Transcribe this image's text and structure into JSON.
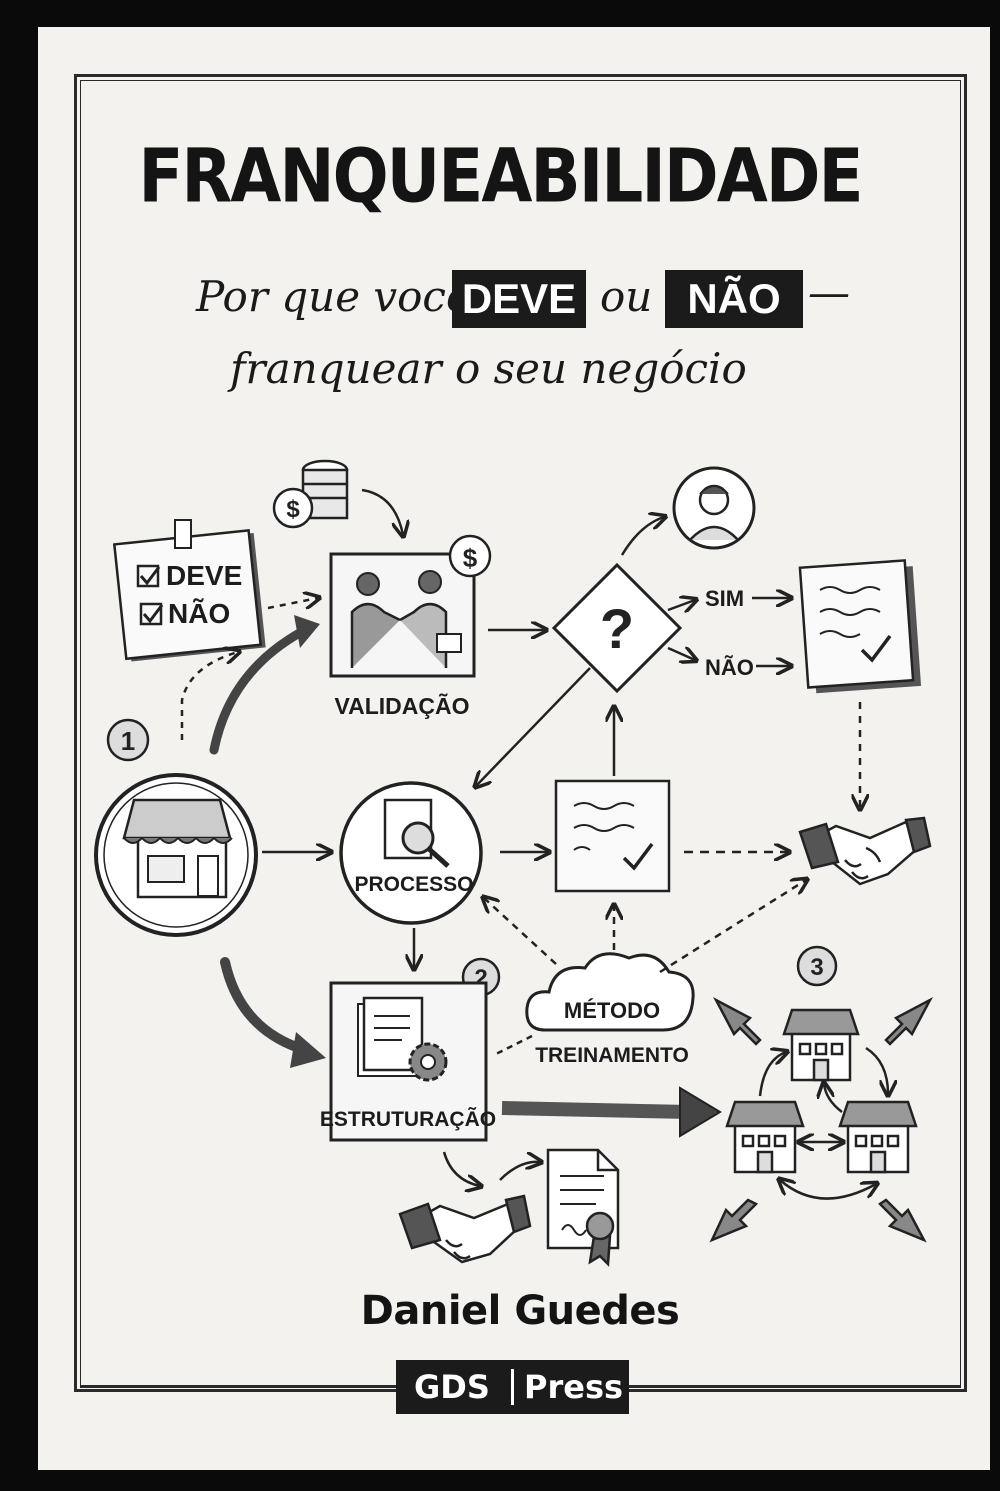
{
  "cover": {
    "title": "FRANQUEABILIDADE",
    "subtitle_pre": "Por que você",
    "subtitle_deve": "DEVE",
    "subtitle_ou": "ou",
    "subtitle_nao": "NÃO",
    "subtitle_dash": "—",
    "subtitle_line2": "franquear o seu negócio",
    "author": "Daniel Guedes",
    "publisher_a": "GDS",
    "publisher_b": "Press"
  },
  "illustration": {
    "checklist": [
      "DEVE",
      "NÃO"
    ],
    "step_numbers": [
      "1",
      "2",
      "3"
    ],
    "labels": {
      "validacao": "VALIDAÇÃO",
      "processo": "PROCESSO",
      "estruturacao": "ESTRUTURAÇÃO",
      "metodo": "MÉTODO",
      "treinamento": "TREINAMENTO",
      "sim": "SIM",
      "nao": "NÃO"
    }
  }
}
